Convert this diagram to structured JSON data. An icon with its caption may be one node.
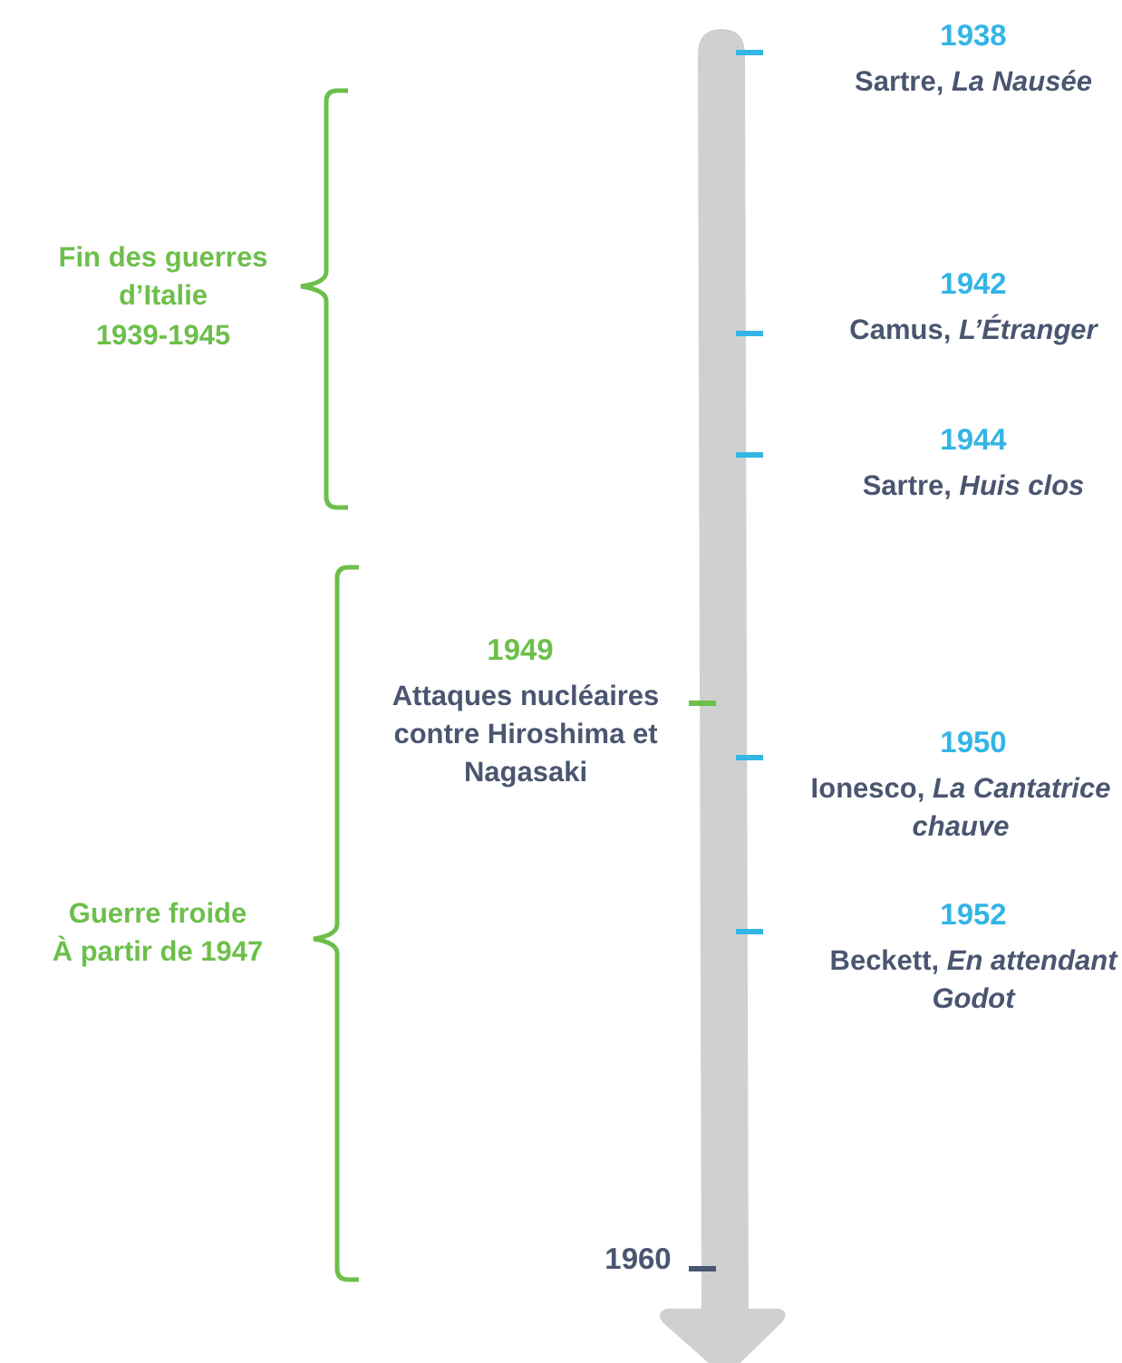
{
  "diagram": {
    "labels": [
      "1938",
      "Sartre, *La Nausée*",
      "Fin des guerres d’Italie",
      "1939-1945",
      "1942",
      "Camus, *L’Étranger*",
      "1944",
      "Sartre, *Huis clos*",
      "1949",
      "Attaques nucléaires contre Hiroshima et Nagasaki",
      "1950",
      "Ionesco, *La Cantatrice chauve*",
      "Guerre froide",
      "À partir de 1947",
      "1952",
      "Beckett, *En attendant Godot*",
      "1960"
    ]
  }
}
